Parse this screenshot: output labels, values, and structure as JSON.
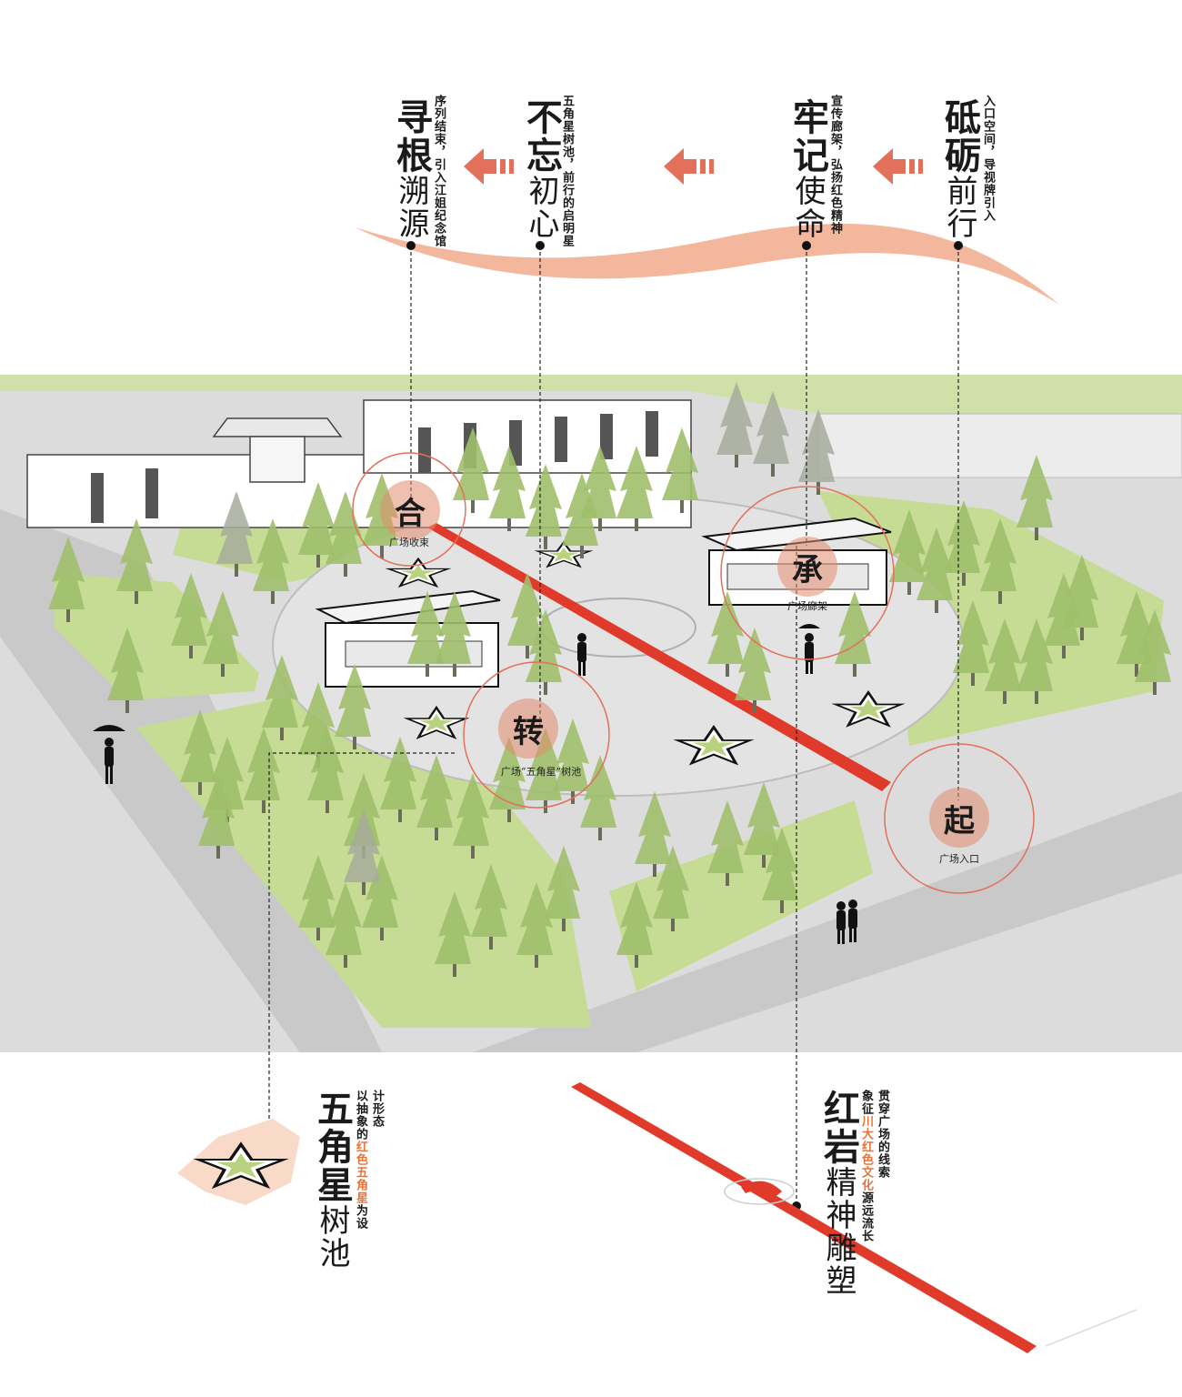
{
  "sequence": [
    {
      "id": "qi",
      "title_bold": "砥砺",
      "title_light": "前行",
      "desc": "入口空间，导视牌引入"
    },
    {
      "id": "cheng",
      "title_bold": "牢记",
      "title_light": "使命",
      "desc": "宣传廊架，弘扬红色精神"
    },
    {
      "id": "zhuan",
      "title_bold": "不忘",
      "title_light": "初心",
      "desc": "五角星树池，前行的启明星"
    },
    {
      "id": "he",
      "title_bold": "寻根",
      "title_light": "溯源",
      "desc": "序列结束，引入江姐纪念馆"
    }
  ],
  "stages": [
    {
      "id": "he",
      "char": "合",
      "label": "广场收束"
    },
    {
      "id": "cheng",
      "char": "承",
      "label": "广场廊架"
    },
    {
      "id": "zhuan",
      "char": "转",
      "label": "广场“五角星”树池"
    },
    {
      "id": "qi",
      "char": "起",
      "label": "广场入口"
    }
  ],
  "details": {
    "star": {
      "title_bold": "五角星",
      "title_light": "树池",
      "line1": "以抽象的",
      "line1_hl": "红色五角星",
      "line1_tail": "为设",
      "line2": "计形态"
    },
    "sculpture": {
      "title_bold": "红岩",
      "title_light": "精神雕塑",
      "line1": "贯穿广场的线索",
      "line2": "象征",
      "line2_hl": "川大红色文化",
      "line2_tail": "源远流长"
    }
  },
  "colors": {
    "accent": "#e2705a",
    "ribbon": "#f3b79d",
    "path_red": "#e03a2a",
    "lawn": "#c9dd9a",
    "plaza": "#e2e2e2",
    "road": "#c8c8c8"
  }
}
